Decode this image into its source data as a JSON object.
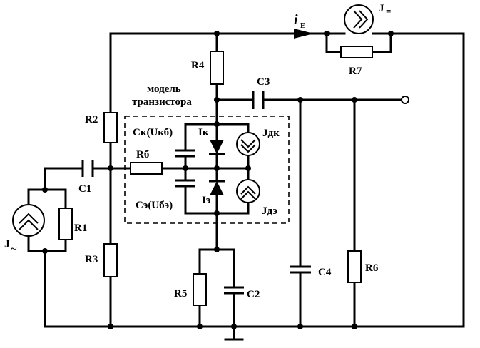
{
  "labels": {
    "R1": "R1",
    "R2": "R2",
    "R3": "R3",
    "R4": "R4",
    "R5": "R5",
    "R6": "R6",
    "R7": "R7",
    "Rb": "Rб",
    "C1": "C1",
    "C2": "C2",
    "C3": "C3",
    "C4": "C4",
    "Ck": "Cк(Uкб)",
    "Ce": "Cэ(Uбэ)",
    "Ik": "Iк",
    "Ie": "Iэ",
    "Jdk": "Jдк",
    "Jde": "Jдэ",
    "J_ac": "J",
    "J_ac_sub": "~",
    "J_dc": "J",
    "J_dc_sub": "=",
    "iE": "i",
    "iE_sub": "E",
    "model_line1": "модель",
    "model_line2": "транзистора"
  }
}
